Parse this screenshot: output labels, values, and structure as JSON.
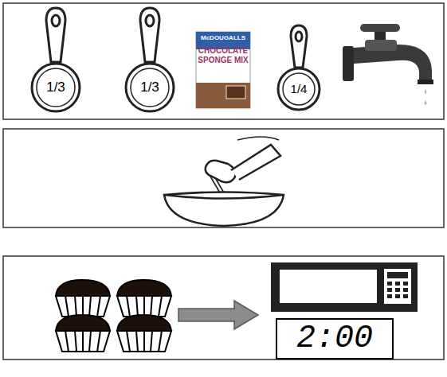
{
  "diagram": {
    "nodes": [
      {
        "text": [
          "1/3"
        ]
      },
      {
        "text": [
          "1/3"
        ]
      },
      {
        "text": [
          "McDOUGALLS",
          "CHOCOLATE SPONGE MIX"
        ]
      },
      {
        "text": [
          "1/4"
        ]
      },
      {
        "text": [
          "2:00"
        ]
      }
    ]
  }
}
